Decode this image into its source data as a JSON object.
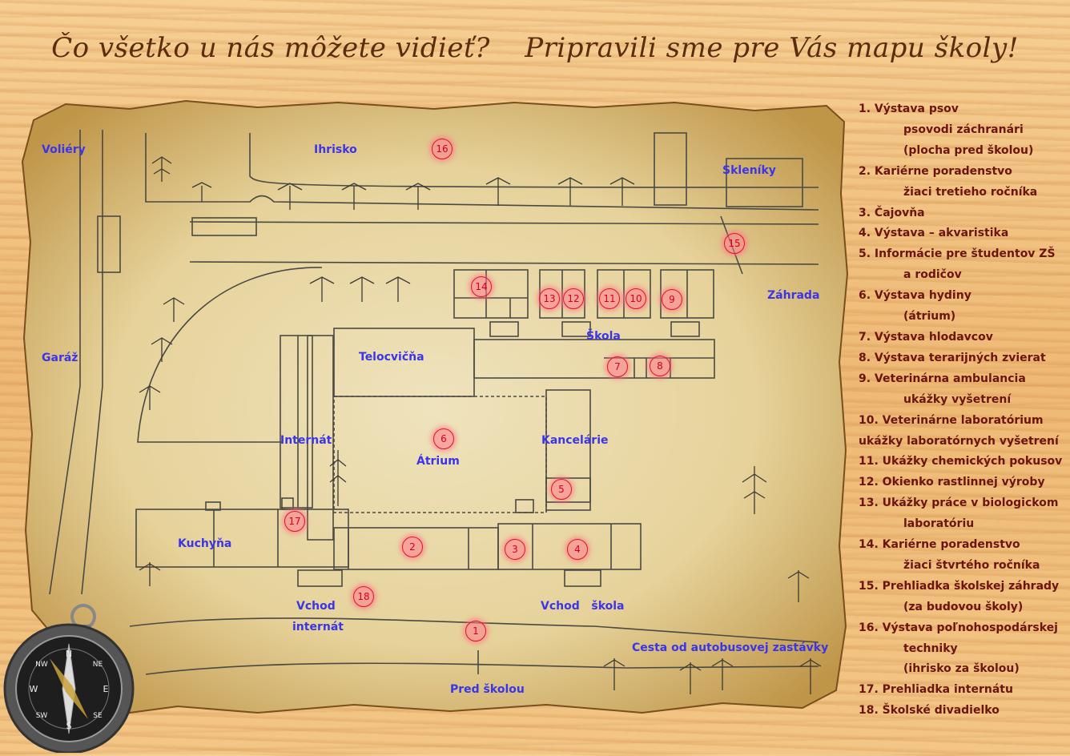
{
  "title": {
    "left": "Čo všetko u nás môžete vidieť?",
    "right": "Pripravili sme pre Vás mapu školy!"
  },
  "map_labels": {
    "voliery": "Voliéry",
    "ihrisko": "Ihrisko",
    "sklenniky": "Skleníky",
    "garaz": "Garáž",
    "zahrada": "Záhrada",
    "skola": "Škola",
    "telocvicna": "Telocvičňa",
    "internat": "Internát",
    "atrium": "Átrium",
    "kancelarie": "Kancelárie",
    "kuchyna": "Kuchyňa",
    "vchod_internat_1": "Vchod",
    "vchod_internat_2": "internát",
    "vchod_skola": "Vchod   škola",
    "cesta": "Cesta od autobusovej zastávky",
    "pred_skolou": "Pred školou"
  },
  "markers": [
    "1",
    "2",
    "3",
    "4",
    "5",
    "6",
    "7",
    "8",
    "9",
    "10",
    "11",
    "12",
    "13",
    "14",
    "15",
    "16",
    "17",
    "18"
  ],
  "legend": [
    {
      "text": "1. Výstava psov",
      "sub": false
    },
    {
      "text": "psovodi záchranári",
      "sub": true
    },
    {
      "text": "(plocha pred školou)",
      "sub": true
    },
    {
      "text": "2. Kariérne poradenstvo",
      "sub": false
    },
    {
      "text": "žiaci tretieho ročníka",
      "sub": true
    },
    {
      "text": "3. Čajovňa",
      "sub": false
    },
    {
      "text": "4. Výstava – akvaristika",
      "sub": false
    },
    {
      "text": "5. Informácie pre študentov ZŠ",
      "sub": false
    },
    {
      "text": "a rodičov",
      "sub": true
    },
    {
      "text": "6. Výstava hydiny",
      "sub": false
    },
    {
      "text": "(átrium)",
      "sub": true
    },
    {
      "text": "7. Výstava hlodavcov",
      "sub": false
    },
    {
      "text": "8. Výstava terarijných zvierat",
      "sub": false
    },
    {
      "text": "9. Veterinárna ambulancia",
      "sub": false
    },
    {
      "text": "ukážky vyšetrení",
      "sub": true
    },
    {
      "text": "10. Veterinárne laboratórium",
      "sub": false
    },
    {
      "text": "ukážky laboratórnych vyšetrení",
      "sub": false
    },
    {
      "text": "11. Ukážky chemických pokusov",
      "sub": false
    },
    {
      "text": "12. Okienko rastlinnej výroby",
      "sub": false
    },
    {
      "text": "13. Ukážky práce v biologickom",
      "sub": false
    },
    {
      "text": "laboratóriu",
      "sub": true
    },
    {
      "text": "14. Kariérne poradenstvo",
      "sub": false
    },
    {
      "text": "žiaci štvrtého ročníka",
      "sub": true
    },
    {
      "text": "15. Prehliadka školskej záhrady",
      "sub": false
    },
    {
      "text": "(za budovou školy)",
      "sub": true
    },
    {
      "text": "16. Výstava poľnohospodárskej",
      "sub": false
    },
    {
      "text": "techniky",
      "sub": true
    },
    {
      "text": "(ihrisko za školou)",
      "sub": true
    },
    {
      "text": "17. Prehliadka internátu",
      "sub": false
    },
    {
      "text": "18. Školské divadielko",
      "sub": false
    }
  ],
  "colors": {
    "title": "#5a2d0c",
    "labels": "#3a35e8",
    "legend": "#6b1410",
    "marker": "#e0102a"
  },
  "compass_letters": [
    "N",
    "NE",
    "E",
    "SE",
    "S",
    "SW",
    "W",
    "NW"
  ]
}
